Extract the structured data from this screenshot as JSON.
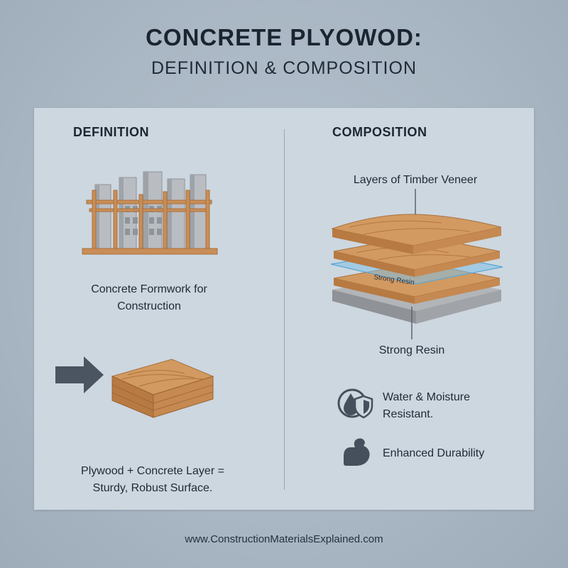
{
  "header": {
    "title": "CONCRETE PLYOWOD:",
    "subtitle": "DEFINITION & COMPOSITION"
  },
  "definition": {
    "heading": "DEFINITION",
    "formwork_caption_line1": "Concrete Formwork for",
    "formwork_caption_line2": "Construction",
    "formula_line1": "Plywood + Concrete Layer =",
    "formula_line2": "Sturdy, Robust Surface."
  },
  "composition": {
    "heading": "COMPOSITION",
    "veneer_label": "Layers of Timber Veneer",
    "resin_inline_label": "Strong Resin",
    "resin_label": "Strong Resin",
    "water_line1": "Water & Moisture",
    "water_line2": "Resistant.",
    "durability": "Enhanced Durability"
  },
  "footer": {
    "website": "www.ConstructionMaterialsExplained.com"
  },
  "colors": {
    "wood": "#c98e57",
    "wood_dark": "#a9703e",
    "concrete": "#a3a6aa",
    "resin": "#7fc0e6",
    "icon": "#45505c"
  }
}
